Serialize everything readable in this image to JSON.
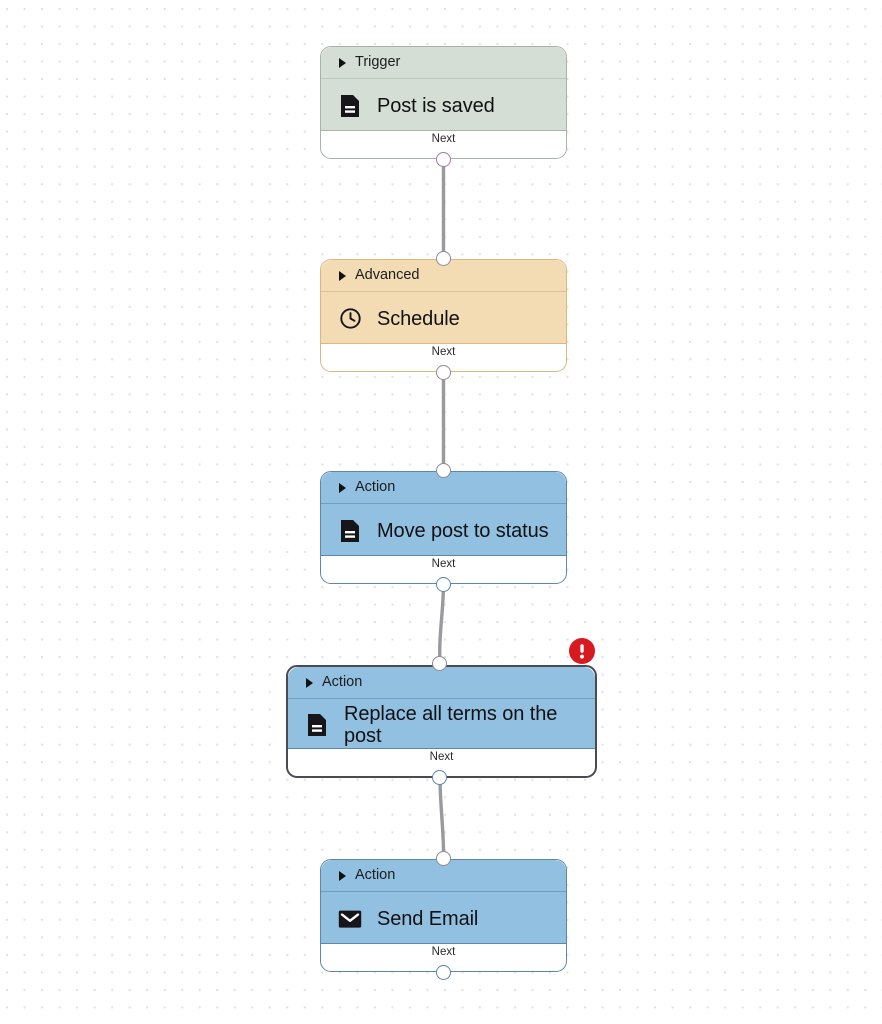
{
  "canvas": {
    "background_color": "#ffffff",
    "dot_color": "#e2e0e4",
    "grid_spacing": "17.5px"
  },
  "colors": {
    "trigger_fill": "#d4ded5",
    "trigger_border": "#a8b3a9",
    "advanced_fill": "#f3dcb4",
    "advanced_border": "#d9b97f",
    "action_fill": "#92c0e0",
    "action_border": "#5b87ad",
    "selected_border": "#4a4a52",
    "error_badge": "#d71920",
    "edge_line": "#9a9a9e",
    "port_purple": "#a779a7"
  },
  "nodes": [
    {
      "type_label": "Trigger",
      "title": "Post is saved",
      "next_label": "Next",
      "icon": "document-icon",
      "theme": "trigger",
      "selected": false,
      "has_error": false
    },
    {
      "type_label": "Advanced",
      "title": "Schedule",
      "next_label": "Next",
      "icon": "clock-icon",
      "theme": "advanced",
      "selected": false,
      "has_error": false
    },
    {
      "type_label": "Action",
      "title": "Move post to status",
      "next_label": "Next",
      "icon": "document-icon",
      "theme": "action",
      "selected": false,
      "has_error": false
    },
    {
      "type_label": "Action",
      "title": "Replace all terms on the post",
      "next_label": "Next",
      "icon": "document-icon",
      "theme": "action",
      "selected": true,
      "has_error": true
    },
    {
      "type_label": "Action",
      "title": "Send Email",
      "next_label": "Next",
      "icon": "envelope-icon",
      "theme": "action",
      "selected": false,
      "has_error": false
    }
  ]
}
